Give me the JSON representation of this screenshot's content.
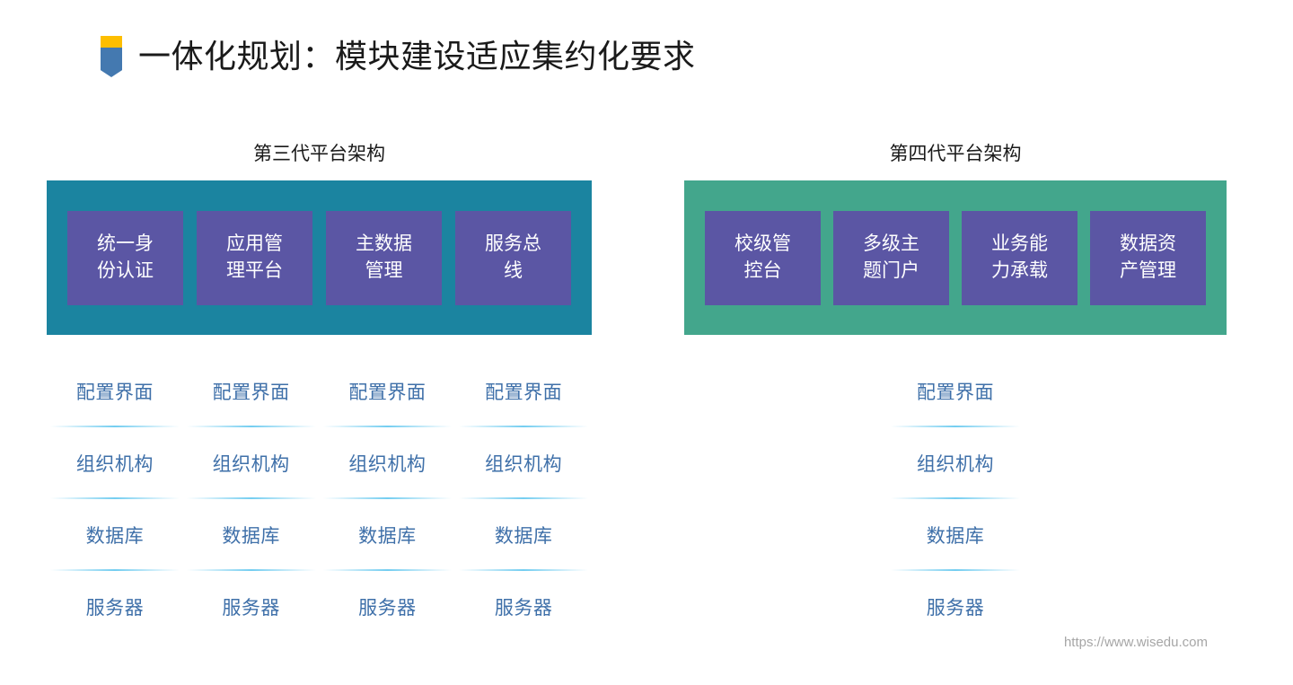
{
  "slide": {
    "title": "一体化规划：模块建设适应集约化要求",
    "bullet_icon": "bookmark-icon",
    "footer_url": "https://www.wisedu.com"
  },
  "colors": {
    "left_panel": "#1B84A0",
    "right_panel": "#43A68C",
    "card": "#5B56A4",
    "card_text": "#FFFFFF",
    "stack_text": "#3F70A9",
    "divider": "#5CC5EE",
    "title_text": "#1A1A1A",
    "footer_text": "#A6A6A6",
    "icon_top": "#FDBE00",
    "icon_body": "#4479B0"
  },
  "left_section": {
    "heading": "第三代平台架构",
    "cards": [
      {
        "line1": "统一身",
        "line2": "份认证"
      },
      {
        "line1": "应用管",
        "line2": "理平台"
      },
      {
        "line1": "主数据",
        "line2": "管理"
      },
      {
        "line1": "服务总",
        "line2": "线"
      }
    ],
    "stack_columns": [
      {
        "layers": [
          "配置界面",
          "组织机构",
          "数据库",
          "服务器"
        ]
      },
      {
        "layers": [
          "配置界面",
          "组织机构",
          "数据库",
          "服务器"
        ]
      },
      {
        "layers": [
          "配置界面",
          "组织机构",
          "数据库",
          "服务器"
        ]
      },
      {
        "layers": [
          "配置界面",
          "组织机构",
          "数据库",
          "服务器"
        ]
      }
    ]
  },
  "right_section": {
    "heading": "第四代平台架构",
    "cards": [
      {
        "line1": "校级管",
        "line2": "控台"
      },
      {
        "line1": "多级主",
        "line2": "题门户"
      },
      {
        "line1": "业务能",
        "line2": "力承载"
      },
      {
        "line1": "数据资",
        "line2": "产管理"
      }
    ],
    "stack_columns": [
      {
        "layers": [
          "配置界面",
          "组织机构",
          "数据库",
          "服务器"
        ]
      }
    ]
  }
}
